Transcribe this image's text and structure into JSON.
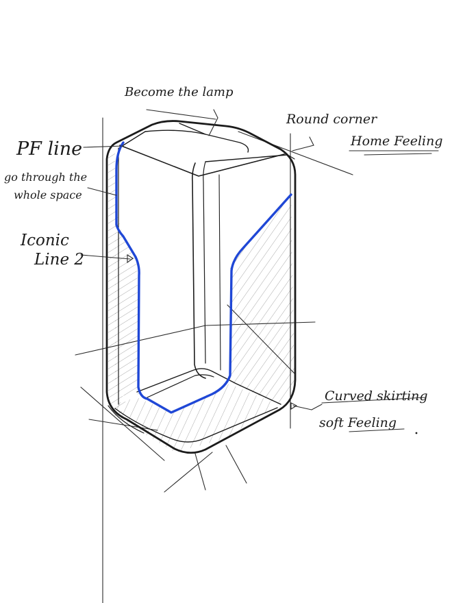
{
  "annotations": {
    "become_lamp": "Become the lamp",
    "round_corner": "Round corner",
    "home_feeling": "Home Feeling",
    "pf_line": "PF line",
    "go_through_1": "go through the",
    "go_through_2": "whole space",
    "iconic_1": "Iconic",
    "iconic_2": "Line 2",
    "curved_skirting": "Curved skirting",
    "soft_feeling": "soft Feeling"
  },
  "colors": {
    "ink": "#1b1b1b",
    "accent_line": "#1f47d6",
    "background": "#ffffff"
  }
}
